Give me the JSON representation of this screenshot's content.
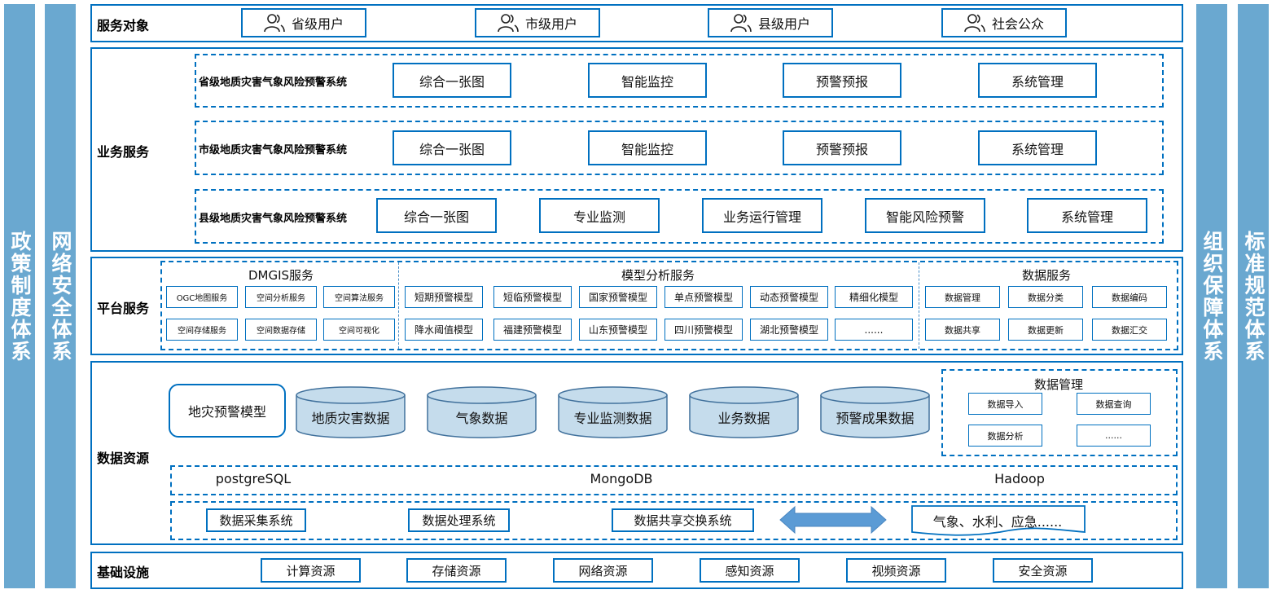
{
  "side_left": [
    "政策制度体系",
    "网络安全体系"
  ],
  "side_right": [
    "组织保障体系",
    "标准规范体系"
  ],
  "service_targets": {
    "label": "服务对象",
    "users": [
      "省级用户",
      "市级用户",
      "县级用户",
      "社会公众"
    ],
    "icon": "users-icon"
  },
  "business_services": {
    "label": "业务服务",
    "groups": [
      {
        "name": "省级地质灾害气象风险预警系统",
        "items": [
          "综合一张图",
          "智能监控",
          "预警预报",
          "系统管理"
        ]
      },
      {
        "name": "市级地质灾害气象风险预警系统",
        "items": [
          "综合一张图",
          "智能监控",
          "预警预报",
          "系统管理"
        ]
      },
      {
        "name": "县级地质灾害气象风险预警系统",
        "items": [
          "综合一张图",
          "专业监测",
          "业务运行管理",
          "智能风险预警",
          "系统管理"
        ]
      }
    ]
  },
  "platform_services": {
    "label": "平台服务",
    "dmgis": {
      "title": "DMGIS服务",
      "items": [
        "OGC地图服务",
        "空间分析服务",
        "空间算法服务",
        "空间存储服务",
        "空间数据存储",
        "空间可视化"
      ]
    },
    "models": {
      "title": "模型分析服务",
      "items": [
        "短期预警模型",
        "短临预警模型",
        "国家预警模型",
        "单点预警模型",
        "动态预警模型",
        "精细化模型",
        "降水阈值模型",
        "福建预警模型",
        "山东预警模型",
        "四川预警模型",
        "湖北预警模型",
        "......"
      ]
    },
    "data": {
      "title": "数据服务",
      "items": [
        "数据管理",
        "数据分类",
        "数据编码",
        "数据共享",
        "数据更新",
        "数据汇交"
      ]
    }
  },
  "data_resources": {
    "label": "数据资源",
    "model_box": "地灾预警模型",
    "databases": [
      "地质灾害数据",
      "气象数据",
      "专业监测数据",
      "业务数据",
      "预警成果数据"
    ],
    "data_management": {
      "title": "数据管理",
      "items": [
        "数据导入",
        "数据查询",
        "数据分析",
        "......"
      ]
    },
    "storage": [
      "postgreSQL",
      "MongoDB",
      "Hadoop"
    ],
    "systems": [
      "数据采集系统",
      "数据处理系统",
      "数据共享交换系统"
    ],
    "external": "气象、水利、应急......",
    "colors": {
      "cylinder_fill": "#c5dcec",
      "arrow": "#5b9bd5"
    }
  },
  "infrastructure": {
    "label": "基础设施",
    "items": [
      "计算资源",
      "存储资源",
      "网络资源",
      "感知资源",
      "视频资源",
      "安全资源"
    ]
  },
  "colors": {
    "border": "#0070c0",
    "side_bar": "#6aa8d0"
  }
}
